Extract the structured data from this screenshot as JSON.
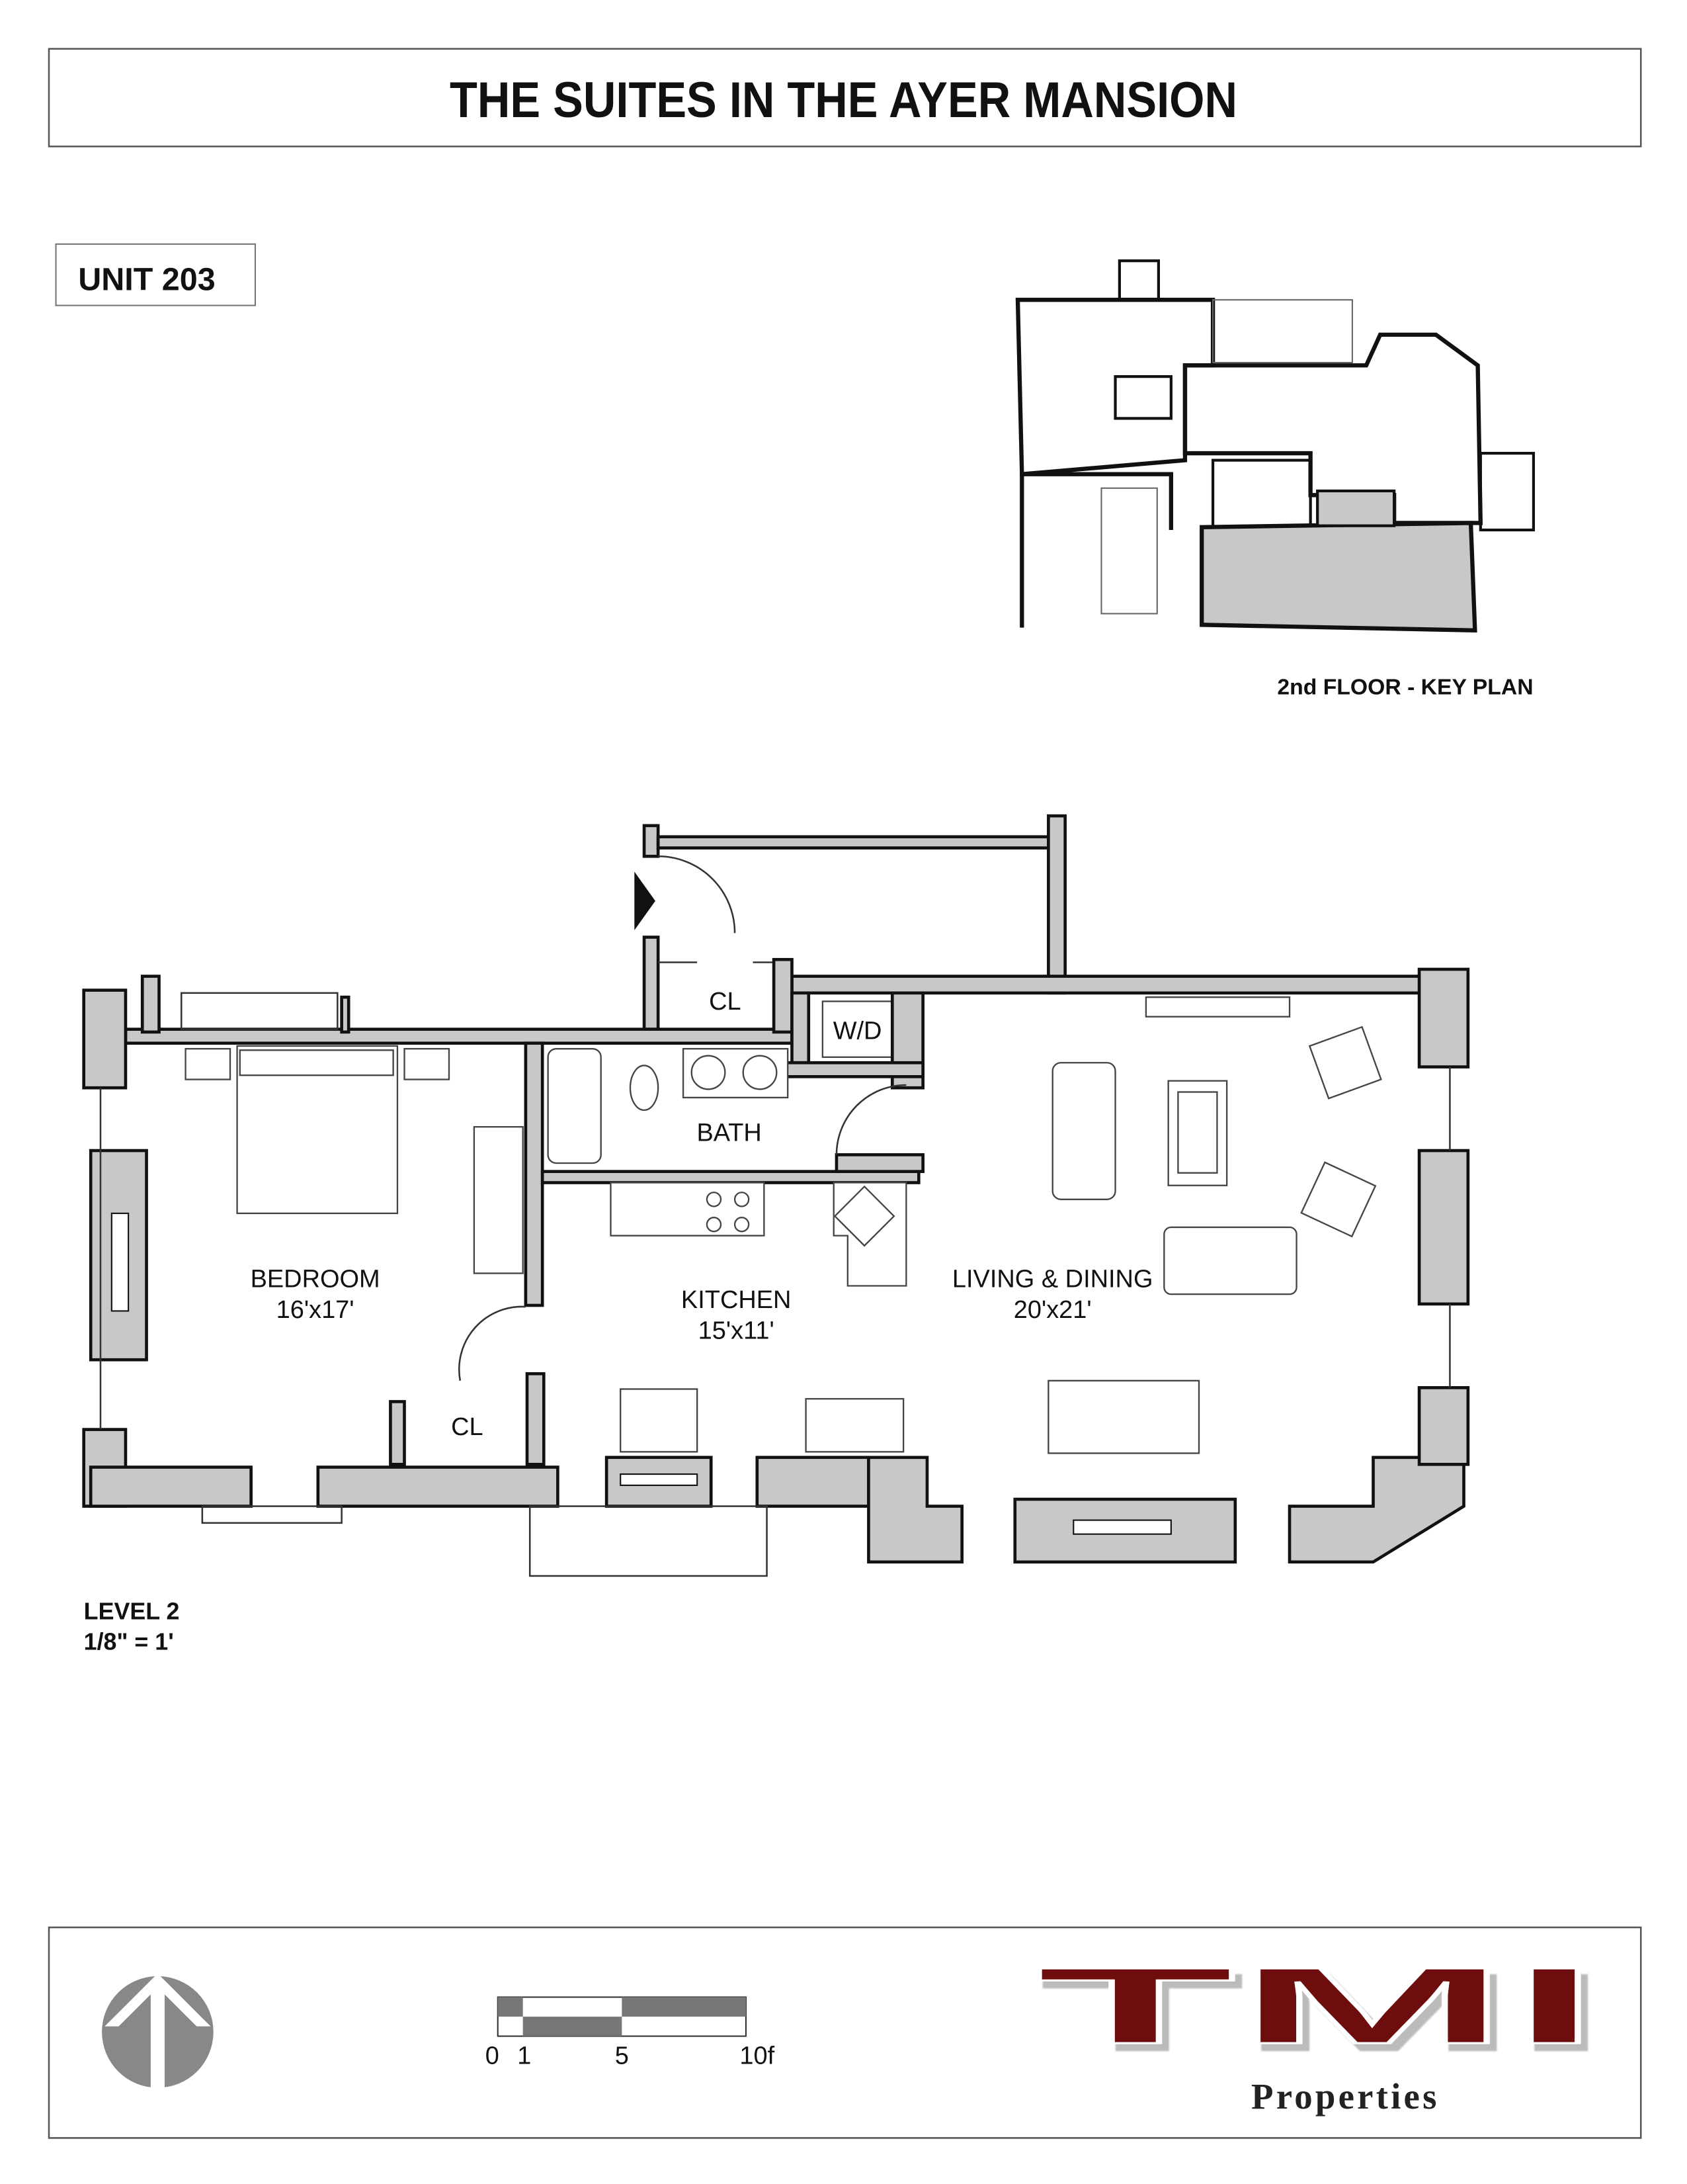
{
  "header": {
    "title": "THE SUITES IN THE AYER MANSION"
  },
  "unit": {
    "label": "UNIT 203"
  },
  "key_plan": {
    "label": "2nd FLOOR - KEY PLAN",
    "highlight_color": "#c8c8c8"
  },
  "rooms": {
    "closet_top": "CL",
    "washer_dryer": "W/D",
    "bath": "BATH",
    "bedroom": {
      "name": "BEDROOM",
      "size": "16'x17'"
    },
    "kitchen": {
      "name": "KITCHEN",
      "size": "15'x11'"
    },
    "living": {
      "name": "LIVING & DINING",
      "size": "20'x21'"
    },
    "closet_bottom": "CL"
  },
  "level": {
    "name": "LEVEL 2",
    "scale": "1/8\" = 1'"
  },
  "footer": {
    "north_icon": "north-arrow-icon",
    "scale_bar": {
      "ticks": [
        "0",
        "1",
        "5",
        "10f"
      ]
    },
    "logo": {
      "text": "TMI",
      "subtext": "Properties",
      "color": "#6e0f0f"
    }
  }
}
